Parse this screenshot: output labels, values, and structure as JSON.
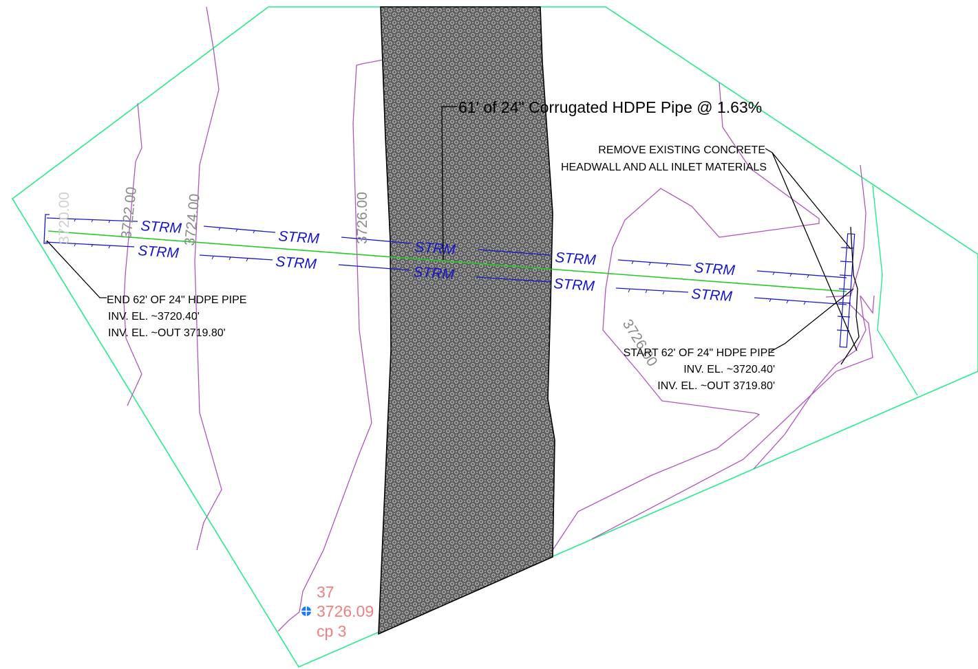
{
  "colors": {
    "boundary": "#22ee88",
    "contour": "#b055c0",
    "pipe_blue": "#1515cc",
    "centerline": "#22cc22",
    "leader": "#000000",
    "contour_label": "#8a8a8a",
    "contour_label_faint": "#cfcfcf",
    "point_label": "#f08080",
    "point_marker": "#1e78ff",
    "road_fill": "#6a6a6a"
  },
  "callouts": {
    "pipe_length": "61' of 24\" Corrugated HDPE Pipe @ 1.63%",
    "remove_line1": "REMOVE EXISTING CONCRETE",
    "remove_line2": "HEADWALL AND ALL INLET MATERIALS",
    "end_line1": "END 62' OF 24\" HDPE PIPE",
    "end_line2": "INV. EL. ~3720.40'",
    "end_line3": "INV. EL. ~OUT 3719.80'",
    "start_line1": "START 62' OF 24\" HDPE PIPE",
    "start_line2": "INV. EL. ~3720.40'",
    "start_line3": "INV. EL. ~OUT 3719.80'"
  },
  "contour_labels": {
    "c3720": "3720.00",
    "c3722": "3722.00",
    "c3724": "3724.00",
    "c3726a": "3726.00",
    "c3726b": "3726.00"
  },
  "storm_label": "STRM",
  "survey_point": {
    "number": "37",
    "elevation": "3726.09",
    "code": "cp 3",
    "icon": "survey-point-icon"
  }
}
